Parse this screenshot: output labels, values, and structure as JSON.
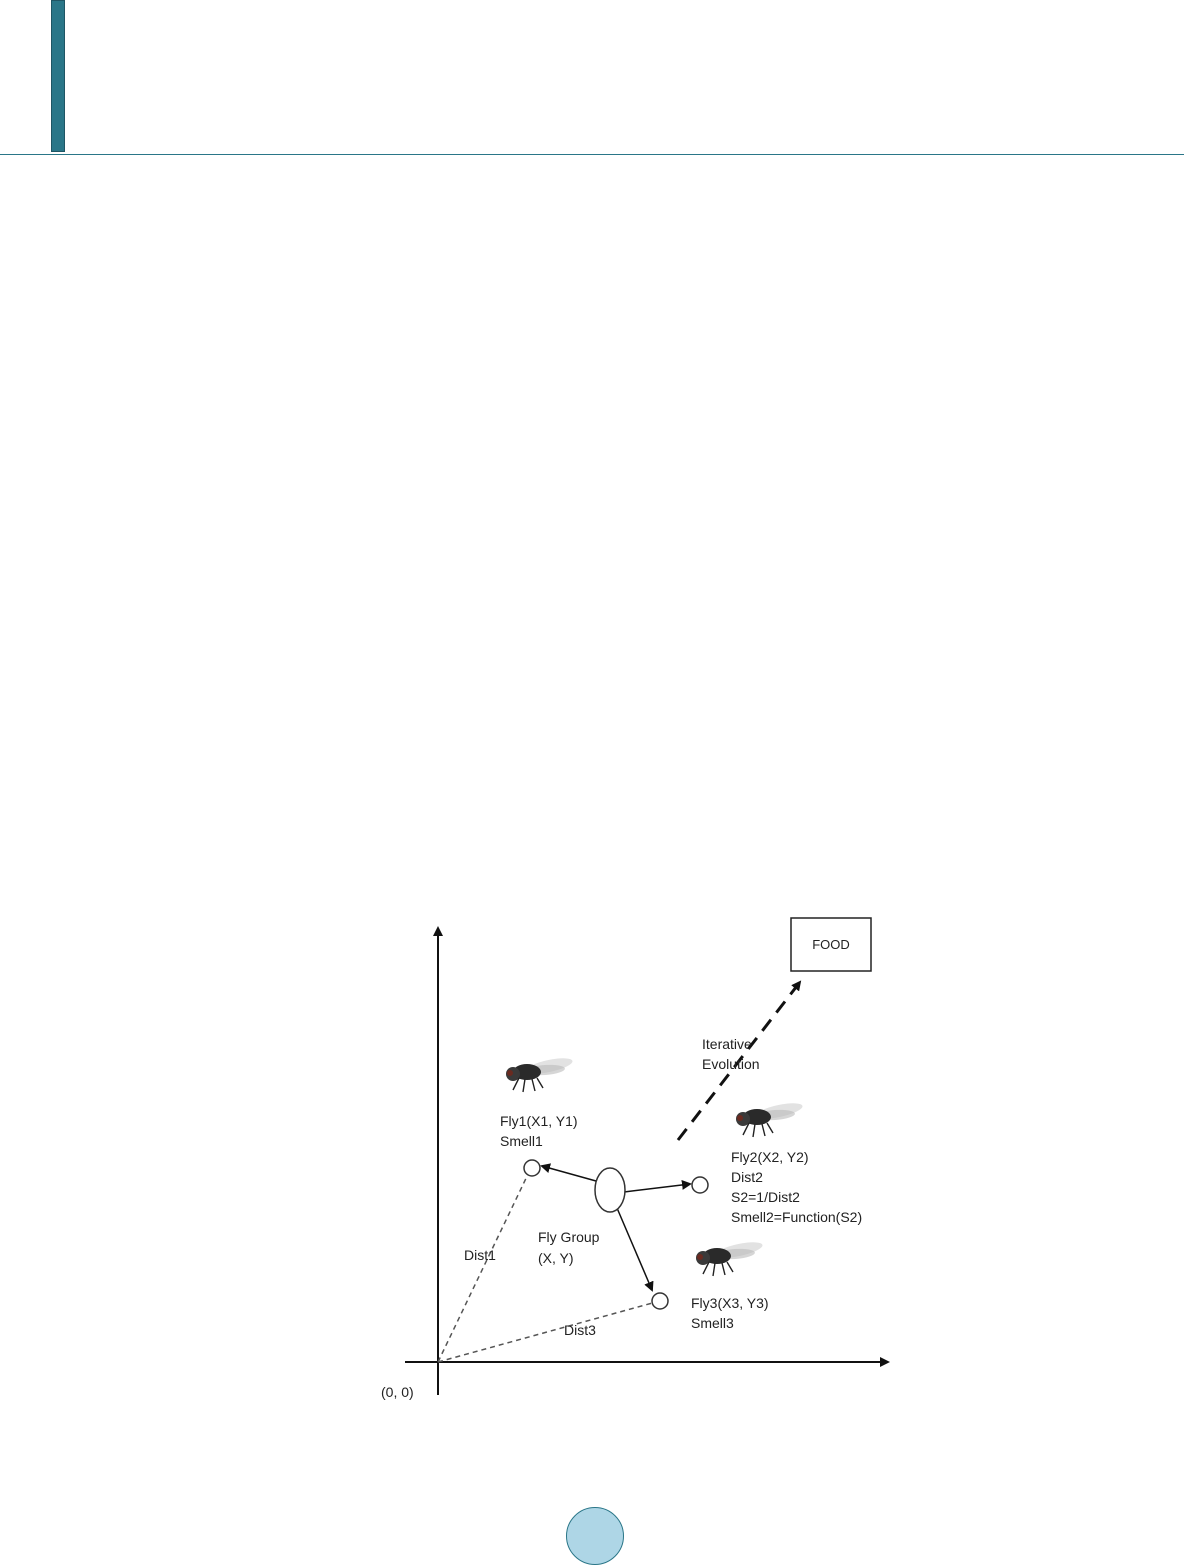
{
  "diagram": {
    "food_label": "FOOD",
    "iterative_line1": "Iterative",
    "iterative_line2": "Evolution",
    "fly1_line1": "Fly1(X1, Y1)",
    "fly1_line2": "Smell1",
    "fly2_line1": "Fly2(X2, Y2)",
    "fly2_line2": "Dist2",
    "fly2_line3": "S2=1/Dist2",
    "fly2_line4": "Smell2=Function(S2)",
    "group_line1": "Fly Group",
    "group_line2": "(X, Y)",
    "fly3_line1": "Fly3(X3, Y3)",
    "fly3_line2": "Smell3",
    "dist1_label": "Dist1",
    "dist3_label": "Dist3",
    "origin_label": "(0, 0)",
    "fly_icon": "fly-icon"
  },
  "colors": {
    "accent": "#2a7688",
    "page_circle": "#aed6e6"
  }
}
